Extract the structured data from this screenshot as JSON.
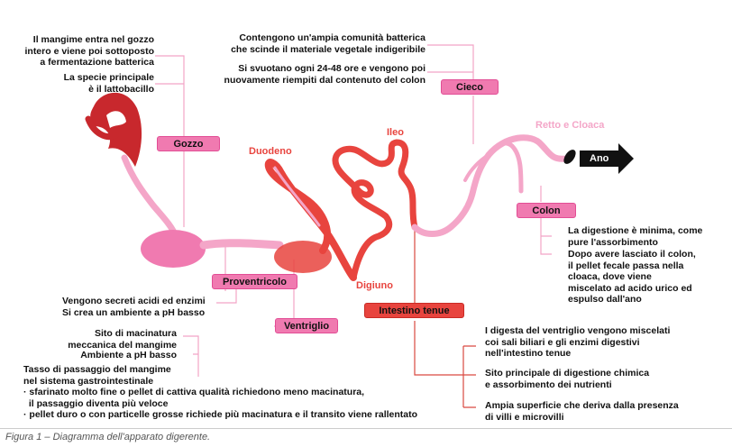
{
  "colors": {
    "pink": "#f07ab0",
    "light_pink": "#f4a6c8",
    "red": "#e8443e",
    "dark_red": "#c8282d",
    "line_pink": "#f2a5c6",
    "line_red": "#d94940"
  },
  "organs": {
    "gozzo": "Gozzo",
    "proventricolo": "Proventricolo",
    "ventriglio": "Ventriglio",
    "intestino_tenue": "Intestino tenue",
    "cieco": "Cieco",
    "colon": "Colon",
    "ano": "Ano"
  },
  "regions": {
    "duodeno": "Duodeno",
    "ileo": "Ileo",
    "digiuno": "Digiuno",
    "retto_cloaca": "Retto e Cloaca"
  },
  "notes": {
    "gozzo_1": "Il mangime entra nel gozzo\nintero e viene poi sottoposto\na fermentazione batterica",
    "gozzo_2": "La specie principale\nè il lattobacillo",
    "cieco_1": "Contengono un'ampia comunità batterica\nche scinde il materiale vegetale indigeribile",
    "cieco_2": "Si svuotano ogni 24-48 ore e vengono poi\nnuovamente riempiti dal contenuto del colon",
    "proventricolo": "Vengono secreti acidi ed enzimi\nSi crea un ambiente a pH basso",
    "ventriglio_1": "Sito di macinatura\nmeccanica del mangime",
    "ventriglio_2": "Ambiente a pH basso",
    "ventriglio_3": "Tasso di passaggio del mangime\nnel sistema gastrointestinale\n· sfarinato molto fine o pellet di cattiva qualità richiedono meno macinatura,\n  il passaggio diventa più veloce\n· pellet duro o con particelle grosse richiede più macinatura e il transito viene rallentato",
    "colon_1": "La digestione è minima, come\npure l'assorbimento",
    "colon_2": "Dopo avere lasciato il colon,\nil pellet fecale passa nella\ncloaca, dove viene\nmiscelato ad acido urico ed\nespulso dall'ano",
    "tenue_1": "I digesta del ventriglio vengono miscelati\ncoi sali biliari e gli enzimi digestivi\nnell'intestino tenue",
    "tenue_2": "Sito principale di digestione chimica\ne assorbimento dei nutrienti",
    "tenue_3": "Ampia superficie che deriva dalla presenza\ndi villi e microvilli"
  },
  "caption": "Figura 1 – Diagramma dell'apparato digerente."
}
